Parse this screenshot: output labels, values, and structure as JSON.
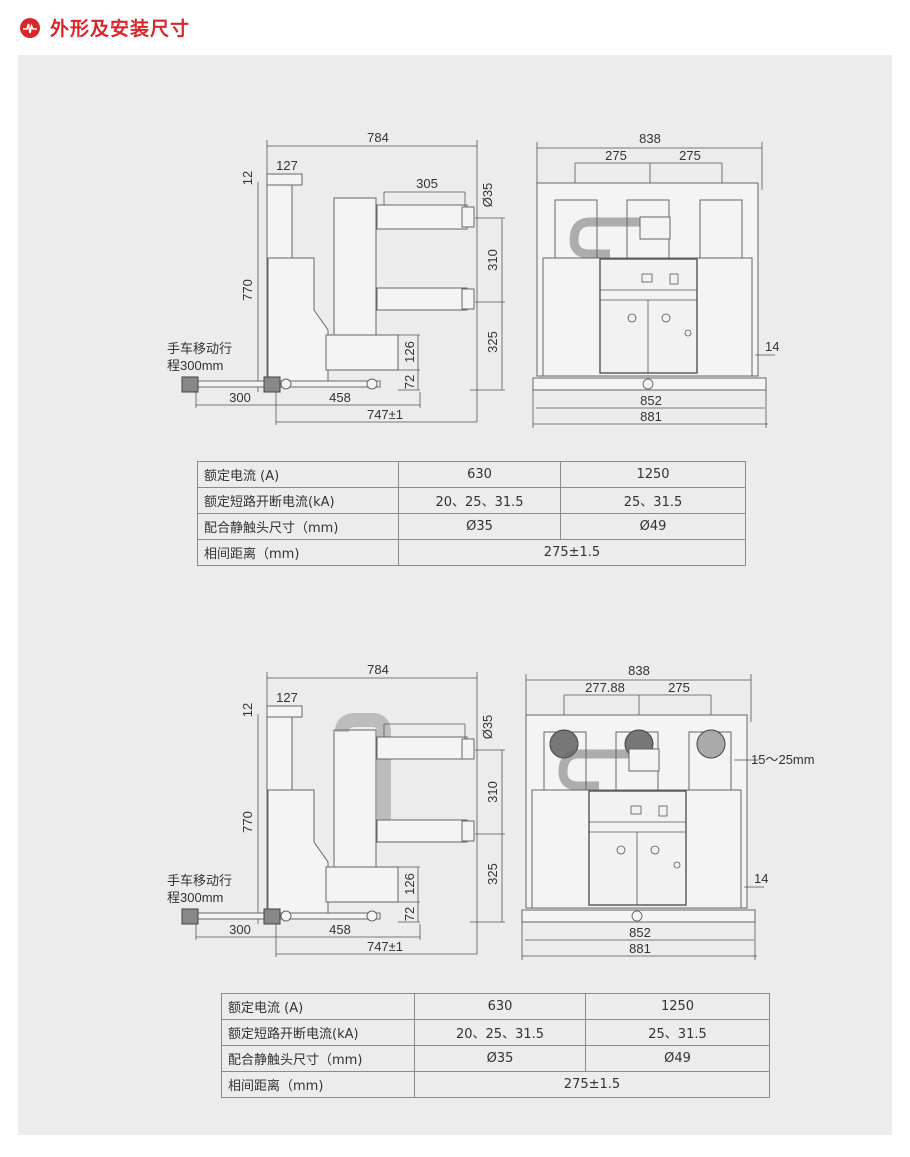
{
  "header": {
    "title": "外形及安装尺寸",
    "icon": "pulse-icon",
    "accent": "#d9262b"
  },
  "drawings": [
    {
      "side": {
        "overall": "784",
        "top_width": "127",
        "top_gap": "12",
        "height": "770",
        "arm_length": "305",
        "contact_dia": "Ø35",
        "phase_vertical": "310",
        "lower_height": "325",
        "base_height": "126",
        "wheel_height": "72",
        "travel_line1": "手车移动行",
        "travel_line2": "程300mm",
        "handle_offset": "300",
        "wheelbase": "458",
        "depth": "747±1"
      },
      "front": {
        "overall": "838",
        "pitch_left": "275",
        "pitch_right": "275",
        "offset": "14",
        "base_inner": "852",
        "base_outer": "881"
      }
    },
    {
      "side": {
        "overall": "784",
        "top_width": "127",
        "top_gap": "12",
        "height": "770",
        "arm_length": "",
        "contact_dia": "Ø35",
        "phase_vertical": "310",
        "lower_height": "325",
        "base_height": "126",
        "wheel_height": "72",
        "travel_line1": "手车移动行",
        "travel_line2": "程300mm",
        "handle_offset": "300",
        "wheelbase": "458",
        "depth": "747±1"
      },
      "front": {
        "overall": "838",
        "pitch_left": "277.88",
        "pitch_right": "275",
        "offset": "14",
        "base_inner": "852",
        "base_outer": "881",
        "clearance": "15～25mm"
      }
    }
  ],
  "tables": [
    {
      "rows": [
        {
          "label": "额定电流 (A)",
          "v1": "630",
          "v2": "1250"
        },
        {
          "label": "额定短路开断电流(kA)",
          "v1": "20、25、31.5",
          "v2": "25、31.5"
        },
        {
          "label": "配合静触头尺寸（mm)",
          "v1": "Ø35",
          "v2": "Ø49"
        },
        {
          "label": "相间距离（mm)",
          "v": "275±1.5"
        }
      ]
    },
    {
      "rows": [
        {
          "label": "额定电流 (A)",
          "v1": "630",
          "v2": "1250"
        },
        {
          "label": "额定短路开断电流(kA)",
          "v1": "20、25、31.5",
          "v2": "25、31.5"
        },
        {
          "label": "配合静触头尺寸（mm)",
          "v1": "Ø35",
          "v2": "Ø49"
        },
        {
          "label": "相间距离（mm)",
          "v": "275±1.5"
        }
      ]
    }
  ]
}
